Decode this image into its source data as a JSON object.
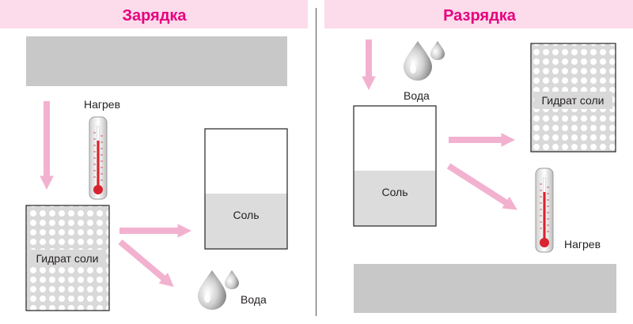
{
  "panels": {
    "charge": {
      "title": "Зарядка",
      "heat_label": "Нагрев",
      "hydrate_label": "Гидрат соли",
      "salt_label": "Соль",
      "water_label": "Вода"
    },
    "discharge": {
      "title": "Разрядка",
      "water_label": "Вода",
      "salt_label": "Соль",
      "hydrate_label": "Гидрат соли",
      "heat_label": "Нагрев"
    }
  },
  "colors": {
    "title_band": "#fcdbea",
    "title_text": "#e6007e",
    "arrow": "#f3b1d0",
    "slab": "#c8c8c8",
    "salt_fill": "#dcdcdc",
    "hydrate_fill": "#d9d9d9",
    "thermo_red": "#d9232e"
  },
  "icons": {
    "thermometer": "thermometer-icon",
    "droplet": "water-droplet-icon"
  }
}
